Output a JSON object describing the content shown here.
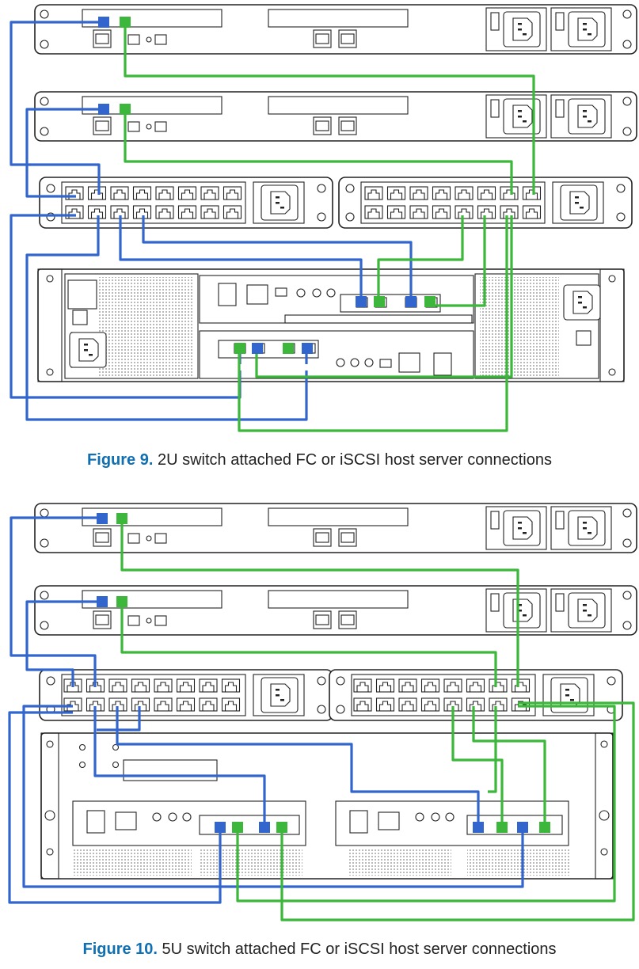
{
  "figures": [
    {
      "label": "Figure 9.",
      "text": " 2U switch attached FC or iSCSI host server connections",
      "colors": {
        "cable_a": "#3366cc",
        "cable_b": "#3cb73c"
      }
    },
    {
      "label": "Figure 10.",
      "text": " 5U switch attached FC or iSCSI host server connections",
      "colors": {
        "cable_a": "#3366cc",
        "cable_b": "#3cb73c"
      }
    }
  ],
  "icons": [
    "server-icon",
    "switch-icon",
    "storage-enclosure-icon",
    "power-socket-icon",
    "network-port-icon"
  ]
}
